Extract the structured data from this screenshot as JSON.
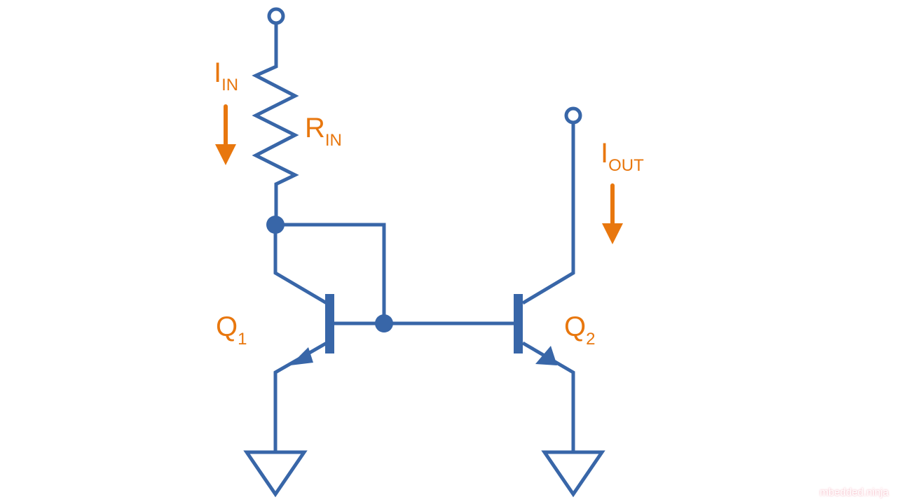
{
  "diagram": {
    "title": "BJT current mirror",
    "colors": {
      "wire": "#3866A8",
      "annotation": "#E8770E",
      "background": "#FFFFFF"
    },
    "components": {
      "input_resistor": {
        "main": "R",
        "sub": "IN"
      },
      "transistor_1": {
        "main": "Q",
        "sub": "1",
        "type": "BJT"
      },
      "transistor_2": {
        "main": "Q",
        "sub": "2",
        "type": "BJT"
      },
      "input_terminal": "open-terminal",
      "output_terminal": "open-terminal",
      "ground_1": "ground",
      "ground_2": "ground"
    },
    "currents": {
      "input": {
        "main": "I",
        "sub": "IN",
        "direction": "down"
      },
      "output": {
        "main": "I",
        "sub": "OUT",
        "direction": "down"
      }
    }
  },
  "watermark": "mbedded.ninja"
}
